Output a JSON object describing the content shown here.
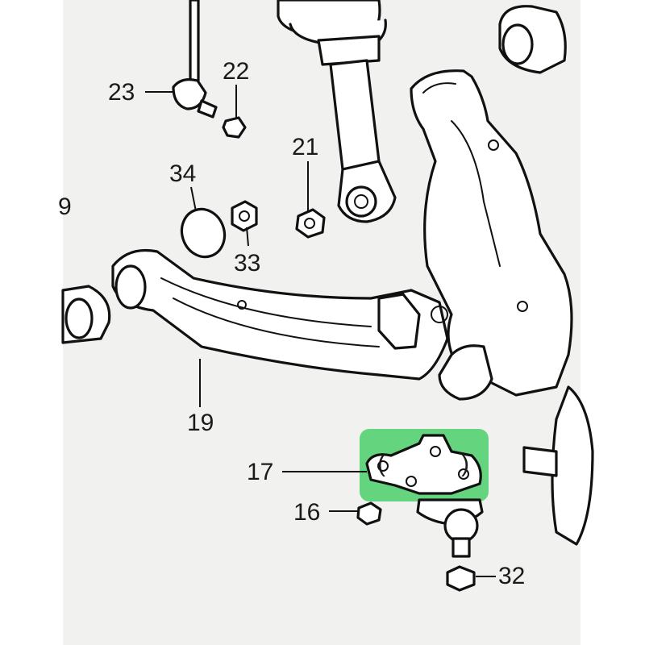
{
  "diagram": {
    "callouts": {
      "c23": "23",
      "c22": "22",
      "c21": "21",
      "c34": "34",
      "c33": "33",
      "c9": "9",
      "c19": "19",
      "c17": "17",
      "c16": "16",
      "c32": "32"
    },
    "highlight": {
      "color": "#4ccf6a",
      "open_mark": "(",
      "close_mark": ")"
    }
  }
}
